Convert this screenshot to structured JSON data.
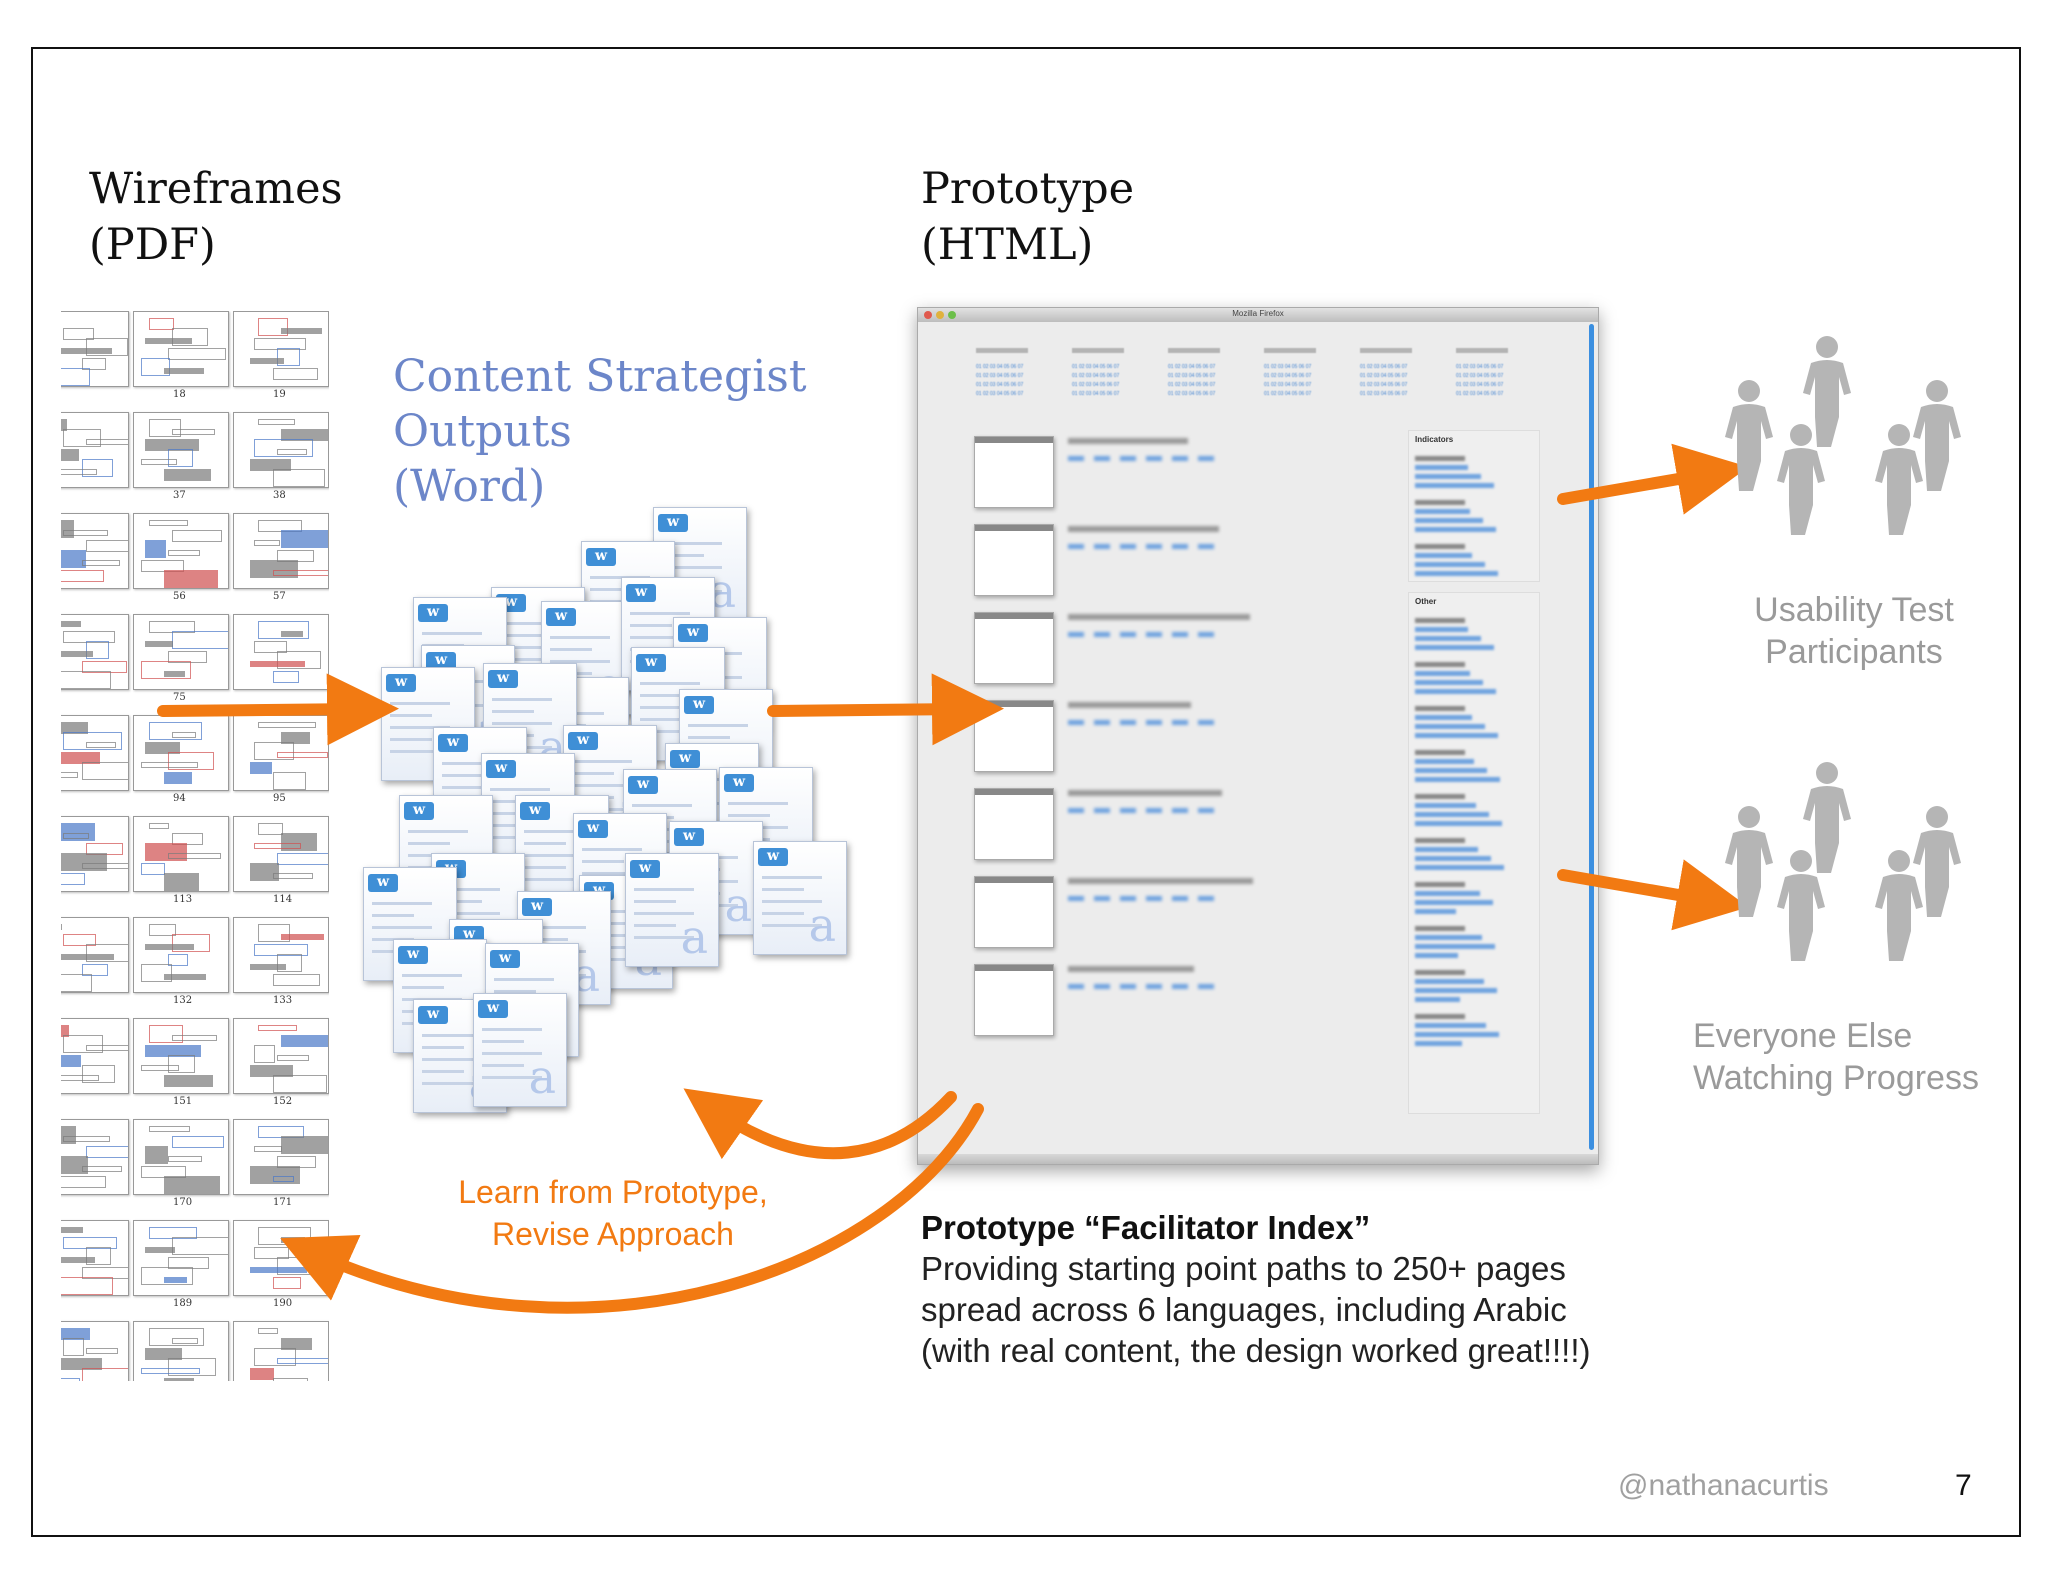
{
  "colors": {
    "accent_orange": "#f27a12",
    "title_blue": "#6c86c9",
    "caption_gray": "#9a9a9a",
    "person_gray": "#b5b5b5",
    "word_blue": "#3f8fd6"
  },
  "wireframes": {
    "title_line1": "Wireframes",
    "title_line2": "(PDF)",
    "page_numbers": [
      "18",
      "19",
      "37",
      "38",
      "56",
      "57",
      "75",
      "",
      "94",
      "95",
      "113",
      "114",
      "132",
      "133",
      "151",
      "152",
      "170",
      "171",
      "189",
      "190"
    ]
  },
  "content_strategist": {
    "line1": "Content Strategist",
    "line2": "Outputs",
    "line3": "(Word)",
    "doc_icon_letter": "a",
    "doc_badge_letter": "w"
  },
  "prototype": {
    "title_line1": "Prototype",
    "title_line2": "(HTML)",
    "window_title": "Mozilla Firefox",
    "sidebar_heading1": "Indicators",
    "sidebar_heading2": "Other",
    "language_links": [
      "01 02 03 04 05 06 07",
      "01 02 03 04 05 06 07",
      "01 02 03 04 05 06 07",
      "01 02 03 04 05 06 07",
      "01 02 03 04 05 06 07",
      "01 02 03 04 05 06 07"
    ],
    "facilitator_title": "Prototype “Facilitator Index”",
    "facilitator_line1": "Providing starting point paths to 250+ pages",
    "facilitator_line2": "spread across 6 languages, including Arabic",
    "facilitator_line3": "(with real content, the design worked great!!!!)"
  },
  "feedback": {
    "line1": "Learn from Prototype,",
    "line2": "Revise Approach"
  },
  "audiences": {
    "group1_line1": "Usability Test",
    "group1_line2": "Participants",
    "group2_line1": "Everyone Else",
    "group2_line2": "Watching Progress"
  },
  "footer": {
    "handle": "@nathanacurtis",
    "slide_number": "7"
  }
}
